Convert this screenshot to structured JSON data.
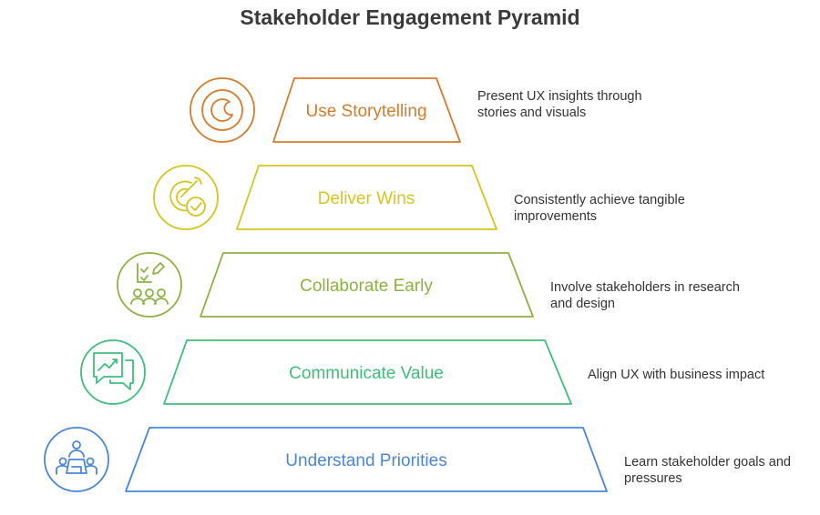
{
  "title": "Stakeholder Engagement Pyramid",
  "levels": [
    {
      "label": "Use Storytelling",
      "description": "Present UX insights through stories and visuals",
      "icon": "storytelling-icon",
      "color": "#d97b2c"
    },
    {
      "label": "Deliver Wins",
      "description": "Consistently achieve tangible improvements",
      "icon": "target-check-icon",
      "color": "#d6c51d"
    },
    {
      "label": "Collaborate Early",
      "description": "Involve stakeholders in research and design",
      "icon": "collaboration-icon",
      "color": "#8cb340"
    },
    {
      "label": "Communicate Value",
      "description": "Align UX with business impact",
      "icon": "chat-trend-icon",
      "color": "#3cc079"
    },
    {
      "label": "Understand Priorities",
      "description": "Learn stakeholder goals and pressures",
      "icon": "meeting-icon",
      "color": "#4a86dd"
    }
  ]
}
